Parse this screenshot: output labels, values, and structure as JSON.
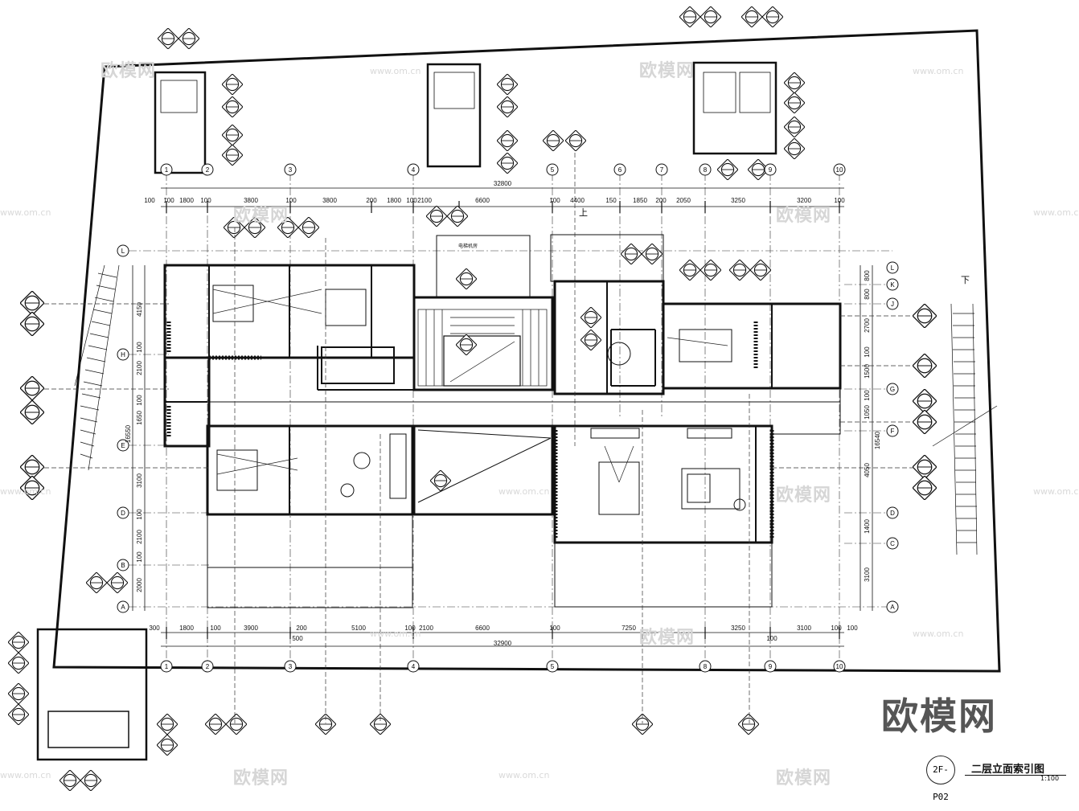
{
  "drawing": {
    "title": "二层立面索引图",
    "scale": "1:100",
    "sheet_code": "2F-P02",
    "brand": "欧模网",
    "watermark_text": "欧模网",
    "watermark_url": "www.om.cn"
  },
  "grid_x": [
    "1",
    "2",
    "3",
    "4",
    "5",
    "6",
    "7",
    "8",
    "9",
    "10"
  ],
  "grid_y": [
    "A",
    "B",
    "C",
    "D",
    "E",
    "F",
    "G",
    "H",
    "J",
    "K",
    "L"
  ],
  "dims_top": [
    "100",
    "100",
    "1800",
    "100",
    "3800",
    "100",
    "3800",
    "200",
    "1800",
    "100",
    "2100",
    "6600",
    "100",
    "4400",
    "150",
    "1850",
    "200",
    "2050",
    "3250",
    "3200",
    "100"
  ],
  "dims_top_total": "32800",
  "dims_bottom": [
    "300",
    "1800",
    "100",
    "3900",
    "200",
    "5100",
    "100",
    "2100",
    "6600",
    "100",
    "7250",
    "3250",
    "3100",
    "100",
    "100"
  ],
  "dims_bottom_total": "32900",
  "dims_bottom_small": [
    "500",
    "100"
  ],
  "dims_left": [
    "4150",
    "100",
    "2100",
    "100",
    "1650",
    "3100",
    "100",
    "2100",
    "100",
    "2000"
  ],
  "dims_left_total": "16550",
  "dims_right": [
    "800",
    "800",
    "2700",
    "100",
    "1500",
    "100",
    "1050",
    "4050",
    "1400",
    "3100"
  ],
  "dims_right_total": "16540",
  "stair_labels": {
    "up": "上",
    "down": "下"
  },
  "room_label": "电梯机房"
}
